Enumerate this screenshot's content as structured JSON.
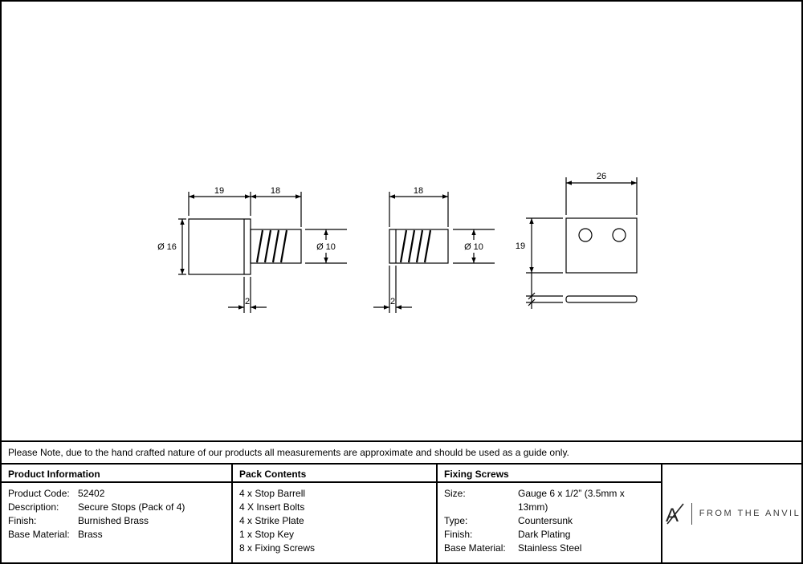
{
  "note": "Please Note, due to the hand crafted nature of our products all measurements are approximate and should be used as a guide only.",
  "drawings": {
    "stop_barrel": {
      "dim_body_length": "19",
      "dim_thread_length": "18",
      "dim_body_dia": "Ø 16",
      "dim_thread_dia": "Ø 10",
      "dim_lip": "2"
    },
    "insert_bolt": {
      "dim_length": "18",
      "dim_dia": "Ø 10",
      "dim_lip": "2"
    },
    "strike_plate": {
      "dim_width": "26",
      "dim_height": "19"
    }
  },
  "table": {
    "product_information": {
      "header": "Product Information",
      "rows": [
        {
          "label": "Product Code:",
          "value": "52402"
        },
        {
          "label": "Description:",
          "value": "Secure Stops (Pack of 4)"
        },
        {
          "label": "Finish:",
          "value": "Burnished Brass"
        },
        {
          "label": "Base Material:",
          "value": "Brass"
        }
      ]
    },
    "pack_contents": {
      "header": "Pack Contents",
      "items": [
        "4 x Stop Barrell",
        "4 X Insert Bolts",
        "4 x Strike Plate",
        "1 x Stop Key",
        "8 x Fixing Screws"
      ]
    },
    "fixing_screws": {
      "header": "Fixing Screws",
      "rows": [
        {
          "label": "Size:",
          "value": "Gauge 6 x 1/2” (3.5mm x 13mm)"
        },
        {
          "label": "Type:",
          "value": "Countersunk"
        },
        {
          "label": "Finish:",
          "value": "Dark Plating"
        },
        {
          "label": "Base Material:",
          "value": "Stainless Steel"
        }
      ]
    }
  },
  "brand": {
    "logo_letter": "A",
    "name": "FROM THE ANVIL"
  },
  "colors": {
    "line": "#000000",
    "brand_text": "#3a3a3a"
  }
}
